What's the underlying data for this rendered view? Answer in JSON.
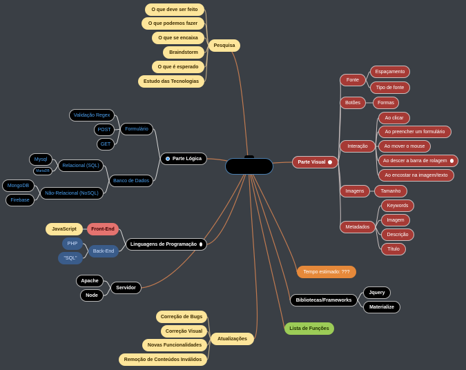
{
  "colors": {
    "background": "#3a3f45",
    "branch_line": "#c07a50"
  },
  "pesquisa": {
    "label": "Pesquisa",
    "items": [
      "O que deve ser feito",
      "O que podemos fazer",
      "O que se encaixa",
      "Braindstorm",
      "O que é esperado",
      "Estudo das Tecnologias"
    ]
  },
  "parte_logica": {
    "label": "Parte Lógica",
    "formulario": {
      "label": "Formulário",
      "items": [
        "Validação Regex",
        "POST",
        "GET"
      ]
    },
    "banco": {
      "label": "Banco de Dados",
      "relacional": {
        "label": "Relacional (SQL)",
        "items": [
          "Mysql",
          "MariaDB"
        ]
      },
      "nao_relacional": {
        "label": "Não-Relacional (NoSQL)",
        "items": [
          "MongoDB",
          "Firebase"
        ]
      }
    }
  },
  "linguagens": {
    "label": "Linguagens de Programação",
    "front": {
      "label": "Front-End",
      "items": [
        "JavaScript"
      ]
    },
    "back": {
      "label": "Back-End",
      "items": [
        "PHP",
        "\"SQL\""
      ]
    }
  },
  "servidor": {
    "label": "Servidor",
    "items": [
      "Apache",
      "Node"
    ]
  },
  "atualizacoes": {
    "label": "Atualizações",
    "items": [
      "Correção de Bugs",
      "Correção Visual",
      "Novas Funcionalidades",
      "Remoção de Conteúdos Inválidos"
    ]
  },
  "parte_visual": {
    "label": "Parte Visual",
    "fonte": {
      "label": "Fonte",
      "items": [
        "Espaçamento",
        "Tipo de fonte"
      ]
    },
    "botoes": {
      "label": "Botões",
      "items": [
        "Formas"
      ]
    },
    "interacao": {
      "label": "Interação",
      "items": [
        "Ao clicar",
        "Ao preencher um formulário",
        "Ao mover o mouse",
        "Ao descer a barra de rolagem",
        "Ao encostar na imagem/texto"
      ]
    },
    "imagens": {
      "label": "Imagens",
      "items": [
        "Tamanho"
      ]
    },
    "metadados": {
      "label": "Metadados",
      "items": [
        "Keywords",
        "Imagem",
        "Descrição",
        "Título"
      ]
    }
  },
  "tempo": {
    "label": "Tempo estimado: ???"
  },
  "bibliotecas": {
    "label": "Bibliotecas/Frameworks",
    "items": [
      "Jquery",
      "Materialize"
    ]
  },
  "funcoes": {
    "label": "Lista de Funções"
  }
}
